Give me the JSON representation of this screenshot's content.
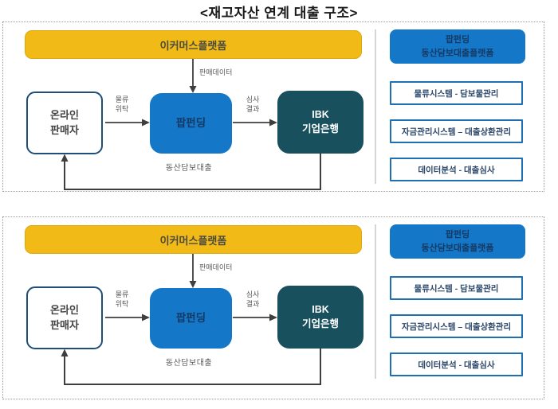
{
  "title": "<재고자산 연계 대출 구조>",
  "colors": {
    "yellow": "#F2BA16",
    "blue": "#1577C8",
    "teal": "#18505E",
    "navy_text": "#143A66",
    "border_navy": "#1F4E79",
    "border_blue": "#1F6FB5",
    "text_dark": "#434343",
    "label_gray": "#595959",
    "arrow": "#3F3F3F",
    "dotted": "#9A9A9A",
    "divider": "#D6D6D6",
    "white": "#FFFFFF"
  },
  "panels": [
    {
      "ecommerce_label": "이커머스플랫폼",
      "sales_data_label": "판매데이터",
      "seller_label": "온라인\n판매자",
      "logistics_label": "물류\n위탁",
      "popfunding_label": "팝펀딩",
      "review_label": "심사\n결과",
      "ibk_label": "IBK\n기업은행",
      "loan_label": "동산담보대출",
      "platform_title": "팝펀딩\n동산담보대출플랫폼",
      "systems": [
        "물류시스템 - 담보물관리",
        "자금관리시스템 – 대출상환관리",
        "데이터분석 - 대출심사"
      ]
    },
    {
      "ecommerce_label": "이커머스플랫폼",
      "sales_data_label": "판매데이터",
      "seller_label": "온라인\n판매자",
      "logistics_label": "물류\n위탁",
      "popfunding_label": "팝펀딩",
      "review_label": "심사\n결과",
      "ibk_label": "IBK\n기업은행",
      "loan_label": "동산담보대출",
      "platform_title": "팝펀딩\n동산담보대출플랫폼",
      "systems": [
        "물류시스템 - 담보물관리",
        "자금관리시스템 – 대출상환관리",
        "데이터분석 - 대출심사"
      ]
    }
  ]
}
